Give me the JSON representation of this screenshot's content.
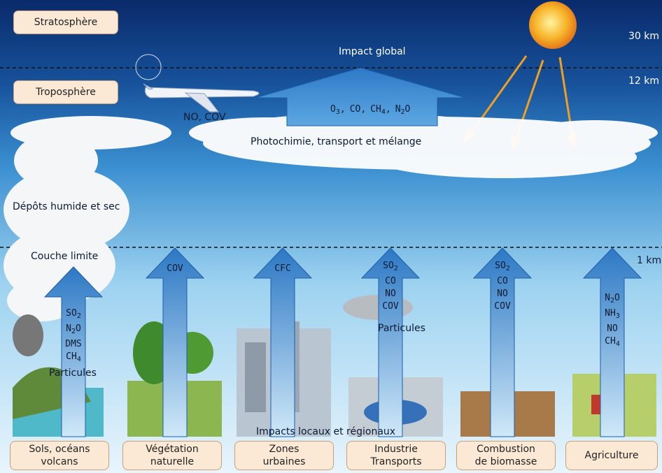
{
  "layers": {
    "stratosphere": "Stratosphère",
    "troposphere": "Troposphère"
  },
  "altitudes": {
    "km30": "30 km",
    "km12": "12 km",
    "km1": "1 km"
  },
  "labels": {
    "impact_global": "Impact global",
    "plane_emissions": "NO, COV",
    "photochimie": "Photochimie, transport et mélange",
    "depots": "Dépôts humide et sec",
    "couche_limite": "Couche limite",
    "impacts_locaux": "Impacts locaux et régionaux"
  },
  "global_gases": [
    "O3",
    "CO",
    "CH4",
    "N2O"
  ],
  "sources": [
    {
      "name_line1": "Sols, océans",
      "name_line2": "volcans",
      "gases": [
        "SO2",
        "N2O",
        "DMS",
        "CH4"
      ],
      "extra": "Particules"
    },
    {
      "name_line1": "Végétation",
      "name_line2": "naturelle",
      "gases": [
        "COV"
      ],
      "extra": ""
    },
    {
      "name_line1": "Zones",
      "name_line2": "urbaines",
      "gases": [
        "CFC"
      ],
      "extra": ""
    },
    {
      "name_line1": "Industrie",
      "name_line2": "Transports",
      "gases": [
        "SO2",
        "CO",
        "NO",
        "COV"
      ],
      "extra": "Particules"
    },
    {
      "name_line1": "Combustion",
      "name_line2": "de biomasse",
      "gases": [
        "SO2",
        "CO",
        "NO",
        "COV"
      ],
      "extra": ""
    },
    {
      "name_line1": "Agriculture",
      "name_line2": "",
      "gases": [
        "N2O",
        "NH3",
        "NO",
        "CH4"
      ],
      "extra": ""
    }
  ],
  "colors": {
    "sky_top": "#0a2a6b",
    "sky_bottom": "#d9eefb",
    "arrow": "#3f8fd4",
    "sun_rays": "#f0a020",
    "label_bg": "#fbe9d6"
  }
}
